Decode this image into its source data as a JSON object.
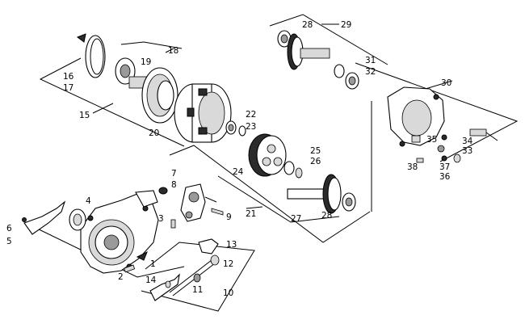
{
  "callouts": {
    "c1": "1",
    "c2": "2",
    "c3": "3",
    "c4": "4",
    "c5": "5",
    "c6": "6",
    "c7": "7",
    "c8": "8",
    "c9": "9",
    "c10": "10",
    "c11": "11",
    "c12": "12",
    "c13": "13",
    "c14": "14",
    "c15": "15",
    "c16": "16",
    "c17": "17",
    "c18": "18",
    "c19": "19",
    "c20": "20",
    "c21": "21",
    "c22": "22",
    "c23": "23",
    "c24": "24",
    "c25": "25",
    "c26": "26",
    "c27": "27",
    "c28a": "28",
    "c28b": "28",
    "c29": "29",
    "c30": "30",
    "c31": "31",
    "c32": "32",
    "c33": "33",
    "c34": "34",
    "c35": "35",
    "c36": "36",
    "c37": "37",
    "c38": "38"
  },
  "colors": {
    "line": "#000000",
    "dark_fill": "#2b2b2b",
    "mid_fill": "#9a9a9a",
    "light_fill": "#d9d9d9",
    "background": "#ffffff"
  }
}
